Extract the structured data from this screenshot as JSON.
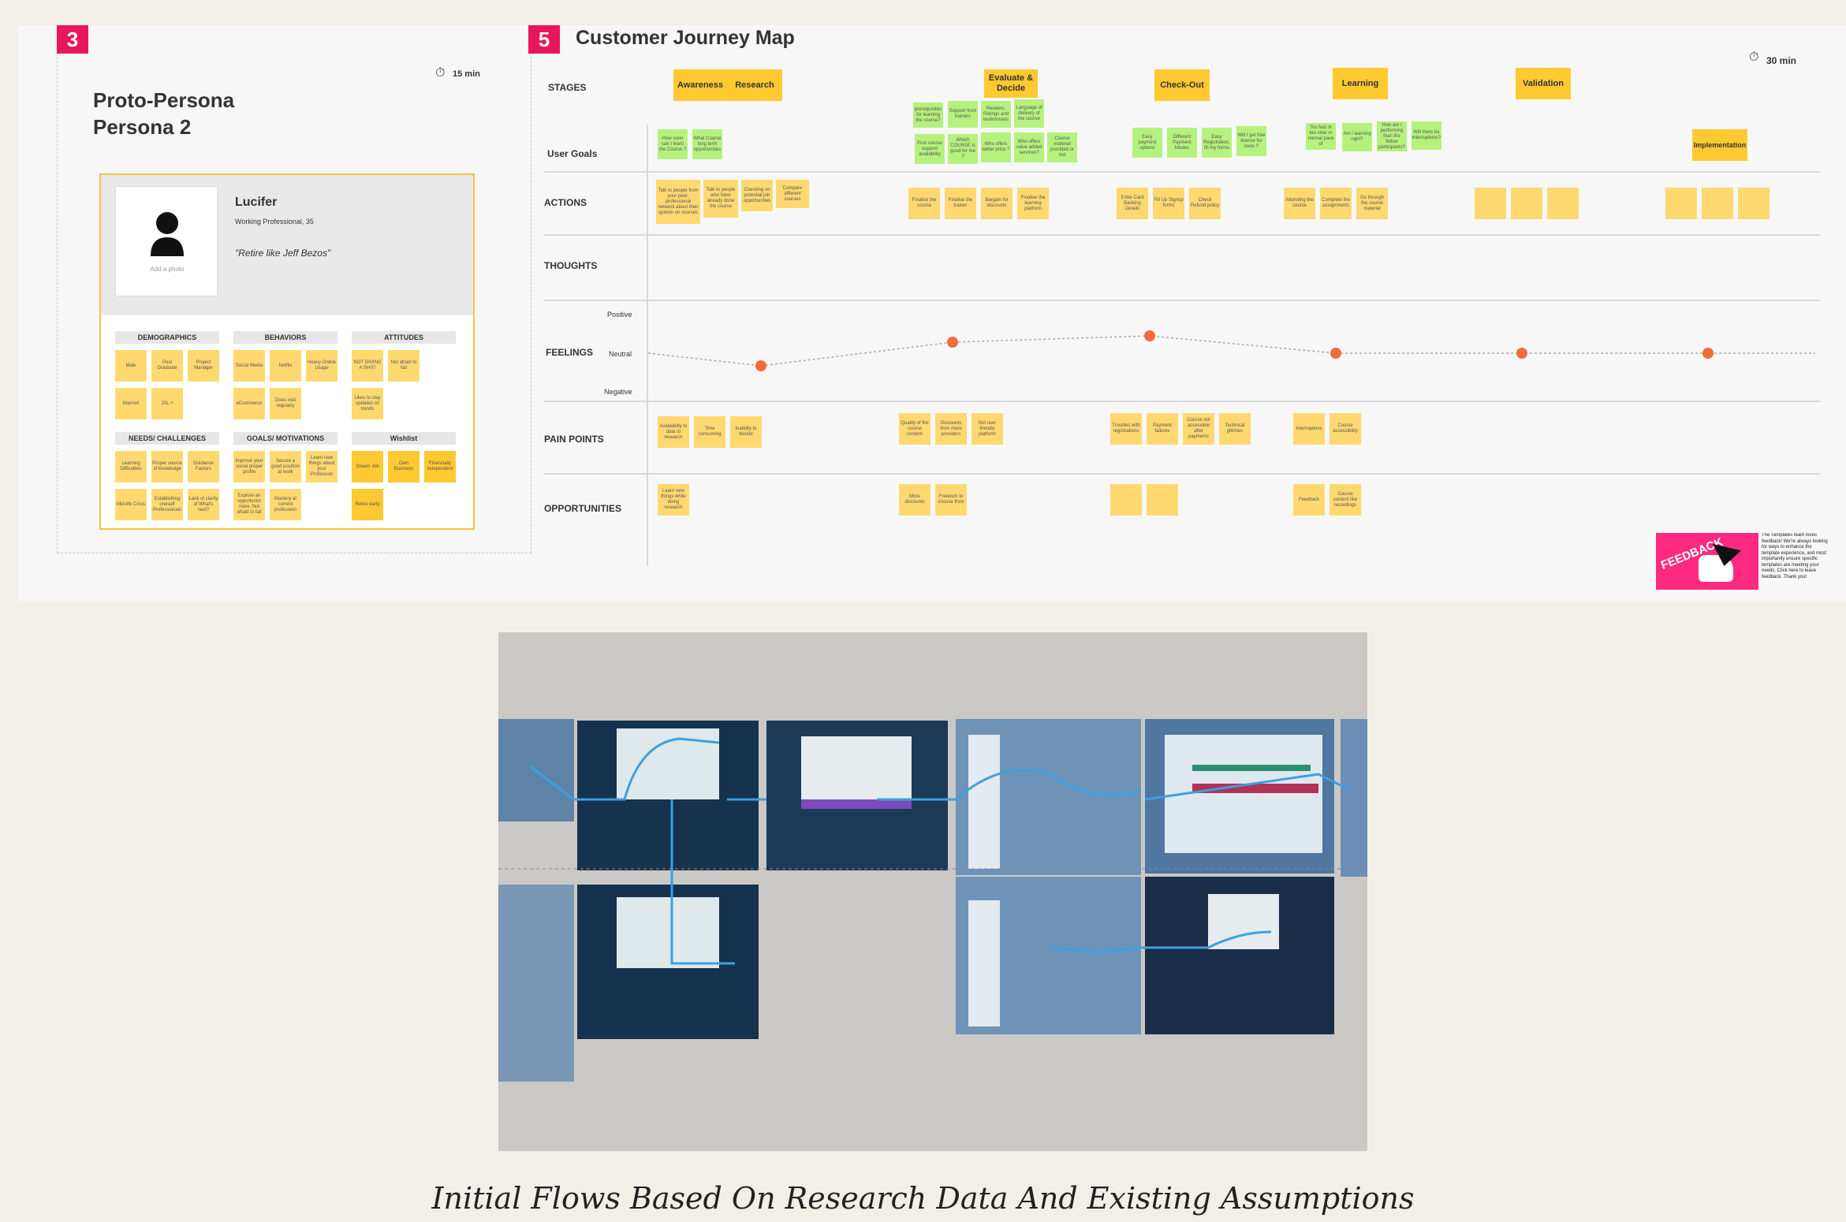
{
  "persona_section": {
    "number": "3",
    "title_line1": "Proto-Persona",
    "title_line2": "Persona 2",
    "time": "15 min",
    "card": {
      "name": "Lucifer",
      "subtitle": "Working Professional, 35",
      "quote": "\"Retire like Jeff Bezos\"",
      "add_photo": "Add a photo"
    },
    "sections": [
      {
        "title": "DEMOGRAPHICS",
        "notes": [
          "Male",
          "Post Graduate",
          "Project Manager",
          "Married",
          "20L +"
        ]
      },
      {
        "title": "BEHAVIORS",
        "notes": [
          "Social Media",
          "Netflix",
          "Heavy Online Usage",
          "eCommerce",
          "Does visit regularly"
        ]
      },
      {
        "title": "ATTITUDES",
        "notes": [
          "NOT GIVING A SHIT!",
          "Not afraid to fail",
          "Likes to stay updated on trends"
        ]
      },
      {
        "title": "NEEDS/ CHALLENGES",
        "notes": [
          "Learning Difficulties",
          "Proper source of knowledge",
          "Guidance Factors",
          "Mid-life Crisis",
          "Establishing oneself Professionals",
          "Lack of clarity of What's next?"
        ]
      },
      {
        "title": "GOALS/ MOTIVATIONS",
        "notes": [
          "Improve your social proper profile",
          "Secure a good position at work",
          "Learn new things about your Profession",
          "Explore an opportunist more. Not afraid to fail",
          "Mastery at current profession"
        ]
      },
      {
        "title": "Wishlist",
        "notes": [
          "Dream Job",
          "Own Business",
          "Financially independent",
          "Retire early"
        ]
      }
    ]
  },
  "journey_section": {
    "number": "5",
    "title": "Customer Journey Map",
    "time": "30 min",
    "row_labels": {
      "stages": "STAGES",
      "user_goals": "User Goals",
      "actions": "ACTIONS",
      "thoughts": "THOUGHTS",
      "feelings": "FEELINGS",
      "positive": "Positive",
      "neutral": "Neutral",
      "negative": "Negative",
      "pain_points": "PAIN POINTS",
      "opportunities": "OPPORTUNITIES"
    },
    "stages": [
      "Awareness",
      "Research",
      "Evaluate & Decide",
      "Check-Out",
      "Learning",
      "Validation",
      "Implementation"
    ],
    "user_goals": [
      "How soon can I learn the Course ?",
      "What Course long term opportunities",
      "prerequisites for learning the course?",
      "Support from trainers",
      "Reviews, Ratings and testimonials",
      "Language of delivery of the course",
      "Post course support availability",
      "Which COURSE is good for me ?",
      "Who offers better price ?",
      "Who offers value added services?",
      "Course material provided or not",
      "Easy payment options",
      "Different Payment Modes",
      "Easy Registration, fill my forms",
      "Will I get free licence for tools ?",
      "Too fast or too slow or normal pace of",
      "Am I learning right?",
      "How am I performing than the fellow participants?",
      "Will there be interruptions?"
    ],
    "actions": [
      "Talk to people from your peer, professional network about their opinion on courses",
      "Talk to people who have already done the course",
      "Checking on potential job opportunities",
      "Compare different courses",
      "Finalise the course",
      "Finalise the trainer",
      "Bargain for discounts",
      "Finalise the learning platform",
      "Enter Card Banking Details",
      "Fill Up Signup forms",
      "Check Refund policy",
      "Attending the course",
      "Complete the assignments",
      "Go through the course material"
    ],
    "feelings_levels": [
      -0.35,
      0.35,
      0.55,
      0.0,
      0.0,
      0.0
    ],
    "pain_points": [
      "Availability to data to research",
      "Time consuming",
      "Inability to decide",
      "Quality of the course content",
      "Discounts from more providers",
      "Not user friendly platform",
      "Troubles with registrations",
      "Payment failures",
      "Course not accessible after payments",
      "Technical glitches",
      "Interruptions",
      "Course accessibility"
    ],
    "opportunities": [
      "Learn new things while doing research",
      "More discounts",
      "Freedom to choose from",
      "Feedback",
      "Course content like recordings"
    ],
    "feedback": {
      "label": "FEEDBACK",
      "text": "The Templates team loves feedback! We're always looking for ways to enhance the template experience, and most importantly ensure specific templates are meeting your needs. Click here to leave feedback. Thank you!"
    }
  },
  "caption": "Initial Flows Based On Research Data And Existing Assumptions",
  "colors": {
    "background": "#f2efe9",
    "badge": "#e8175d",
    "sticky_yellow": "#ffd970",
    "sticky_green": "#b5f27d",
    "stage": "#ffc931",
    "feeling_dot": "#f26b3a"
  }
}
